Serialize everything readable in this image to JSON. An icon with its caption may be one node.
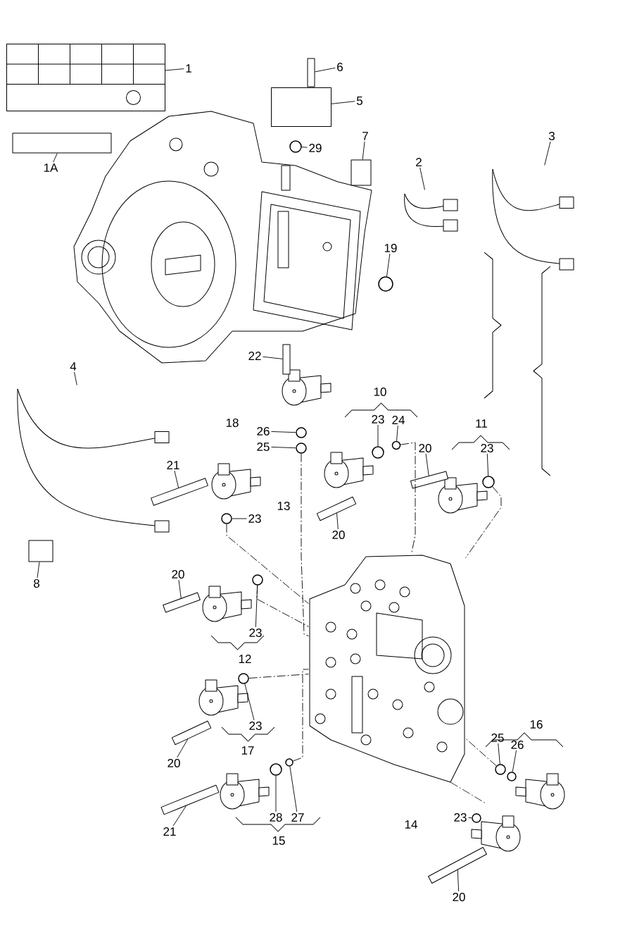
{
  "diagram": {
    "nodes": [
      {
        "text": [
          "1"
        ]
      },
      {
        "text": [],
        "shape": "picture"
      },
      {
        "text": [
          "6"
        ]
      },
      {
        "text": [],
        "shape": "box"
      },
      {
        "text": [
          "5"
        ]
      },
      {
        "text": [],
        "shape": "box"
      },
      {
        "text": [
          "29"
        ]
      },
      {
        "text": [],
        "shape": "circle"
      },
      {
        "text": [
          "1A"
        ]
      },
      {
        "text": [],
        "shape": "box"
      },
      {
        "text": [
          "7"
        ]
      },
      {
        "text": [],
        "shape": "box"
      },
      {
        "text": [
          "2"
        ]
      },
      {
        "text": [],
        "shape": "picture"
      },
      {
        "text": [
          "3"
        ]
      },
      {
        "text": [],
        "shape": "picture"
      },
      {
        "text": [
          "19"
        ]
      },
      {
        "text": [],
        "shape": "circle"
      },
      {
        "text": [
          "4"
        ]
      },
      {
        "text": [],
        "shape": "picture"
      },
      {
        "text": [
          "8"
        ]
      },
      {
        "text": [],
        "shape": "box"
      },
      {
        "text": [
          "22"
        ]
      },
      {
        "text": [],
        "shape": "box"
      },
      {
        "text": [
          "26"
        ]
      },
      {
        "text": [],
        "shape": "circle"
      },
      {
        "text": [
          "25"
        ]
      },
      {
        "text": [],
        "shape": "circle"
      },
      {
        "text": [
          "23"
        ]
      },
      {
        "text": [],
        "shape": "circle"
      },
      {
        "text": [
          "24"
        ]
      },
      {
        "text": [],
        "shape": "circle"
      },
      {
        "text": [
          "20"
        ]
      },
      {
        "text": [],
        "shape": "box"
      },
      {
        "text": [
          "23"
        ]
      },
      {
        "text": [],
        "shape": "circle"
      },
      {
        "text": [
          "21"
        ]
      },
      {
        "text": [],
        "shape": "box"
      },
      {
        "text": [
          "20"
        ]
      },
      {
        "text": [],
        "shape": "box"
      },
      {
        "text": [
          "23"
        ]
      },
      {
        "text": [],
        "shape": "circle"
      },
      {
        "text": [
          "20"
        ]
      },
      {
        "text": [],
        "shape": "box"
      },
      {
        "text": [
          "23"
        ]
      },
      {
        "text": [],
        "shape": "circle"
      },
      {
        "text": [
          "23"
        ]
      },
      {
        "text": [],
        "shape": "circle"
      },
      {
        "text": [
          "20"
        ]
      },
      {
        "text": [],
        "shape": "box"
      },
      {
        "text": [
          "21"
        ]
      },
      {
        "text": [],
        "shape": "box"
      },
      {
        "text": [
          "28"
        ]
      },
      {
        "text": [],
        "shape": "circle"
      },
      {
        "text": [
          "27"
        ]
      },
      {
        "text": [],
        "shape": "circle"
      },
      {
        "text": [
          "25"
        ]
      },
      {
        "text": [],
        "shape": "circle"
      },
      {
        "text": [
          "26"
        ]
      },
      {
        "text": [],
        "shape": "circle"
      },
      {
        "text": [
          "23"
        ]
      },
      {
        "text": [],
        "shape": "circle"
      },
      {
        "text": [
          "20"
        ]
      },
      {
        "text": [],
        "shape": "box"
      },
      {
        "text": [],
        "shape": "picture"
      }
    ],
    "edges": [
      {
        "from": 0,
        "to": 1,
        "arrow": "none"
      },
      {
        "from": 2,
        "to": 3,
        "arrow": "none"
      },
      {
        "from": 4,
        "to": 5,
        "arrow": "none"
      },
      {
        "from": 6,
        "to": 7,
        "arrow": "none"
      },
      {
        "from": 8,
        "to": 9,
        "arrow": "none"
      },
      {
        "from": 10,
        "to": 11,
        "arrow": "none"
      },
      {
        "from": 12,
        "to": 13,
        "arrow": "none"
      },
      {
        "from": 14,
        "to": 15,
        "arrow": "none"
      },
      {
        "from": 16,
        "to": 17,
        "arrow": "none"
      },
      {
        "from": 18,
        "to": 19,
        "arrow": "none"
      },
      {
        "from": 20,
        "to": 21,
        "arrow": "none"
      },
      {
        "from": 22,
        "to": 23,
        "arrow": "none"
      },
      {
        "from": 24,
        "to": 25,
        "arrow": "none"
      },
      {
        "from": 26,
        "to": 27,
        "arrow": "none"
      },
      {
        "from": 28,
        "to": 29,
        "arrow": "none"
      },
      {
        "from": 30,
        "to": 31,
        "arrow": "none"
      },
      {
        "from": 32,
        "to": 33,
        "arrow": "none"
      },
      {
        "from": 34,
        "to": 35,
        "arrow": "none"
      },
      {
        "from": 36,
        "to": 37,
        "arrow": "none"
      },
      {
        "from": 38,
        "to": 39,
        "arrow": "none"
      },
      {
        "from": 40,
        "to": 41,
        "arrow": "none"
      },
      {
        "from": 42,
        "to": 43,
        "arrow": "none"
      },
      {
        "from": 44,
        "to": 45,
        "arrow": "none"
      },
      {
        "from": 46,
        "to": 47,
        "arrow": "none"
      },
      {
        "from": 48,
        "to": 49,
        "arrow": "none"
      },
      {
        "from": 50,
        "to": 51,
        "arrow": "none"
      },
      {
        "from": 52,
        "to": 53,
        "arrow": "none"
      },
      {
        "from": 54,
        "to": 55,
        "arrow": "none"
      },
      {
        "from": 56,
        "to": 57,
        "arrow": "none"
      },
      {
        "from": 58,
        "to": 59,
        "arrow": "none"
      },
      {
        "from": 60,
        "to": 61,
        "arrow": "none"
      },
      {
        "from": 62,
        "to": 63,
        "arrow": "none"
      },
      {
        "from": 27,
        "to": 64,
        "arrow": "none",
        "style": "dashed"
      },
      {
        "from": 41,
        "to": 64,
        "arrow": "none",
        "style": "dashed"
      },
      {
        "from": 31,
        "to": 64,
        "arrow": "none",
        "style": "dashed"
      },
      {
        "from": 35,
        "to": 64,
        "arrow": "none",
        "style": "dashed"
      },
      {
        "from": 45,
        "to": 64,
        "arrow": "none",
        "style": "dashed"
      },
      {
        "from": 47,
        "to": 64,
        "arrow": "none",
        "style": "dashed"
      },
      {
        "from": 55,
        "to": 64,
        "arrow": "none",
        "style": "dashed"
      },
      {
        "from": 57,
        "to": 64,
        "arrow": "none",
        "style": "dashed"
      }
    ],
    "labels": [
      "10",
      "18",
      "11",
      "13",
      "12",
      "16",
      "17",
      "14",
      "15"
    ]
  }
}
